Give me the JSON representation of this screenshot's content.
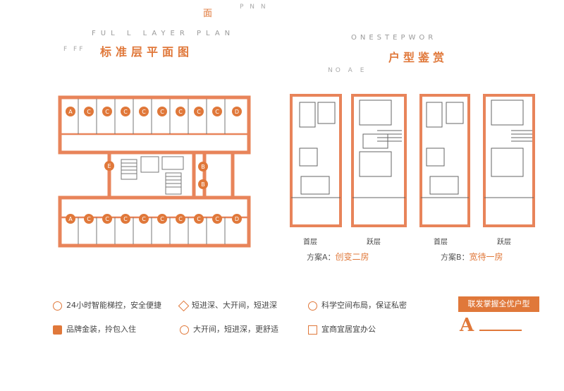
{
  "left_section": {
    "english_title": "FUL L LAYER PLAN",
    "title": "标准层平面图",
    "units": {
      "top_row": [
        "A",
        "C",
        "C",
        "C",
        "C",
        "C",
        "C",
        "C",
        "C",
        "D"
      ],
      "bottom_row": [
        "A",
        "C",
        "C",
        "C",
        "C",
        "C",
        "C",
        "C",
        "C",
        "D"
      ],
      "middle": [
        "E",
        "B",
        "B"
      ]
    }
  },
  "right_section": {
    "english_title": "ONESTEPWOR",
    "title": "户型鉴赏",
    "plans": [
      {
        "floor": "首层"
      },
      {
        "floor": "跃层"
      },
      {
        "floor": "首层"
      },
      {
        "floor": "跃层"
      }
    ],
    "scheme_a": {
      "prefix": "方案A：",
      "name": "创变二房"
    },
    "scheme_b": {
      "prefix": "方案B：",
      "name": "宽待一房"
    }
  },
  "features": [
    {
      "icon": "shield-icon",
      "text": "24小时智能梯控，安全便捷"
    },
    {
      "icon": "diamond-icon",
      "text": "短进深、大开间，短进深"
    },
    {
      "icon": "layout-icon",
      "text": "科学空间布局，保证私密"
    },
    {
      "icon": "bag-icon",
      "text": "品牌金装，拎包入住"
    },
    {
      "icon": "cloud-icon",
      "text": "大开间，短进深，更舒适"
    },
    {
      "icon": "building-icon",
      "text": "宜商宜居宜办公"
    }
  ],
  "badge": {
    "text": "联发掌握全优户型",
    "big": "A"
  },
  "colors": {
    "accent": "#e0783a",
    "wall": "#e8845a",
    "line": "#444444"
  }
}
